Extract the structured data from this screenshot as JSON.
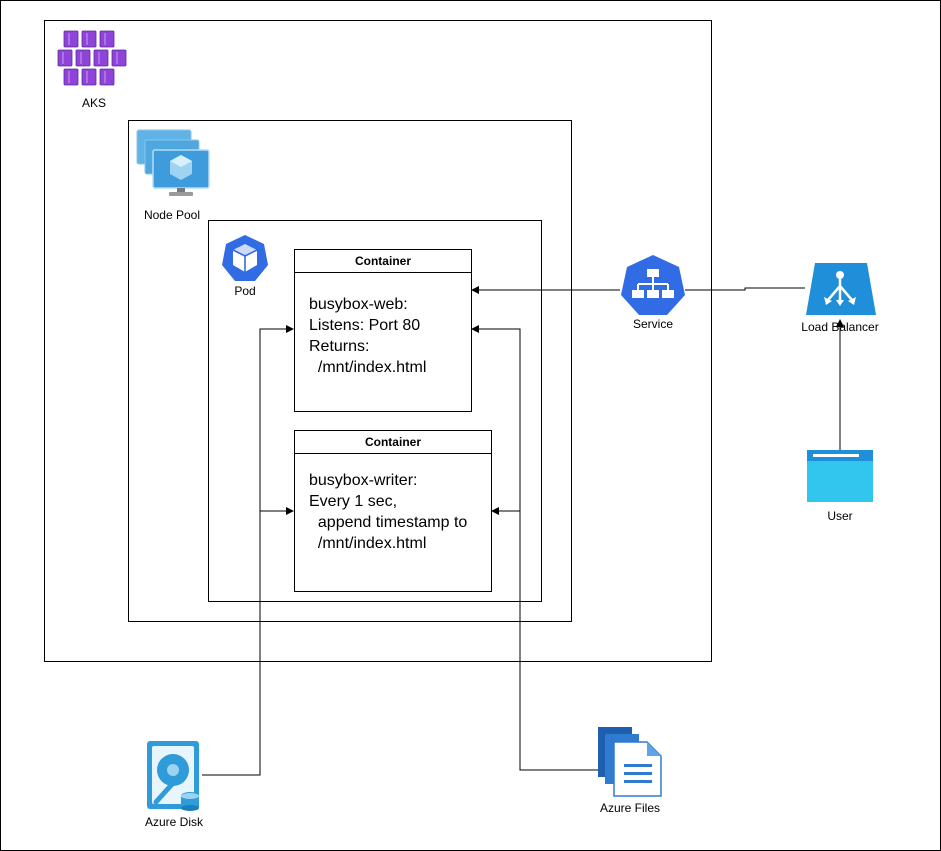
{
  "aks": {
    "label": "AKS"
  },
  "node_pool": {
    "label": "Node Pool"
  },
  "pod": {
    "label": "Pod"
  },
  "web_container": {
    "title": "Container",
    "lines": [
      "busybox-web:",
      "Listens: Port 80",
      "Returns:",
      "  /mnt/index.html"
    ]
  },
  "writer_container": {
    "title": "Container",
    "lines": [
      "busybox-writer:",
      "Every 1 sec,",
      "  append timestamp to",
      "  /mnt/index.html"
    ]
  },
  "service": {
    "label": "Service",
    "color": "#326CE5"
  },
  "load_balancer": {
    "label": "Load Balancer",
    "color": "#1E8FD8"
  },
  "user": {
    "label": "User",
    "color": "#32C5EE"
  },
  "azure_disk": {
    "label": "Azure Disk",
    "color": "#2F9BD9"
  },
  "azure_files": {
    "label": "Azure Files",
    "color": "#1F7BD0"
  },
  "aks_icon_color": "#8F43D8"
}
